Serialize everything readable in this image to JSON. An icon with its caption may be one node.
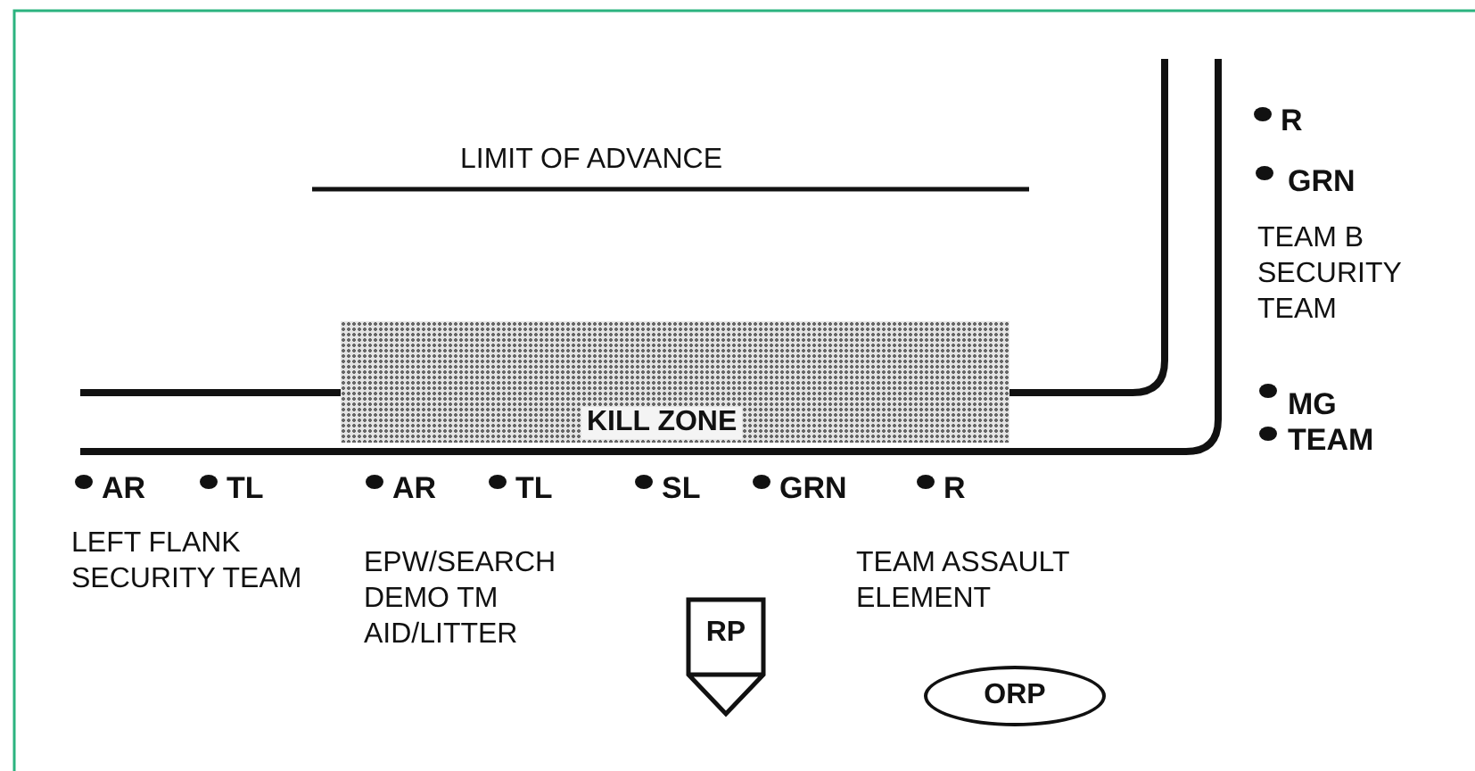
{
  "diagram": {
    "nodes": [
      {
        "text": [
          "KILL ZONE"
        ]
      },
      {
        "text": [
          "RP"
        ]
      },
      {
        "text": [
          "ORP"
        ]
      }
    ],
    "labels": [
      "LIMIT OF ADVANCE",
      "R",
      "GRN",
      "TEAM B SECURITY TEAM",
      "MG TEAM",
      "AR",
      "TL",
      "AR",
      "TL",
      "SL",
      "GRN",
      "R",
      "LEFT FLANK SECURITY TEAM",
      "EPW/SEARCH DEMO TM AID/LITTER",
      "TEAM ASSAULT ELEMENT"
    ]
  }
}
